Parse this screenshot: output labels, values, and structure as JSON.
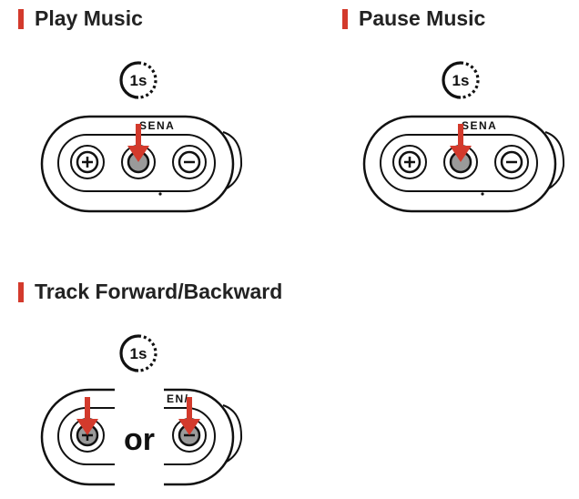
{
  "sections": {
    "play": {
      "title": "Play Music"
    },
    "pause": {
      "title": "Pause Music"
    },
    "track": {
      "title": "Track Forward/Backward"
    }
  },
  "timer_label": "1s",
  "brand": "SENA",
  "brand_cut": "EN/",
  "or_label": "or",
  "icons": {
    "plus": "plus-button-icon",
    "minus": "minus-button-icon",
    "center": "center-button-icon",
    "arrow": "red-down-arrow-icon",
    "timer": "one-second-timer-icon"
  },
  "colors": {
    "accent": "#d33a2c",
    "outline": "#111111",
    "button_fill": "#9a9a9a"
  }
}
